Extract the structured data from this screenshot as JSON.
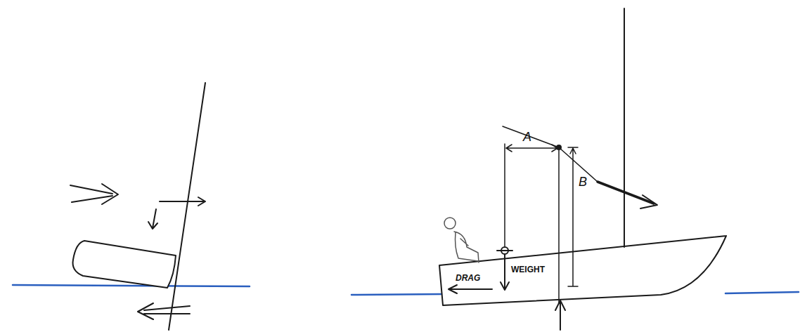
{
  "diagram": {
    "labels": [
      "A",
      "B",
      "WEIGHT",
      "DRAG"
    ]
  }
}
